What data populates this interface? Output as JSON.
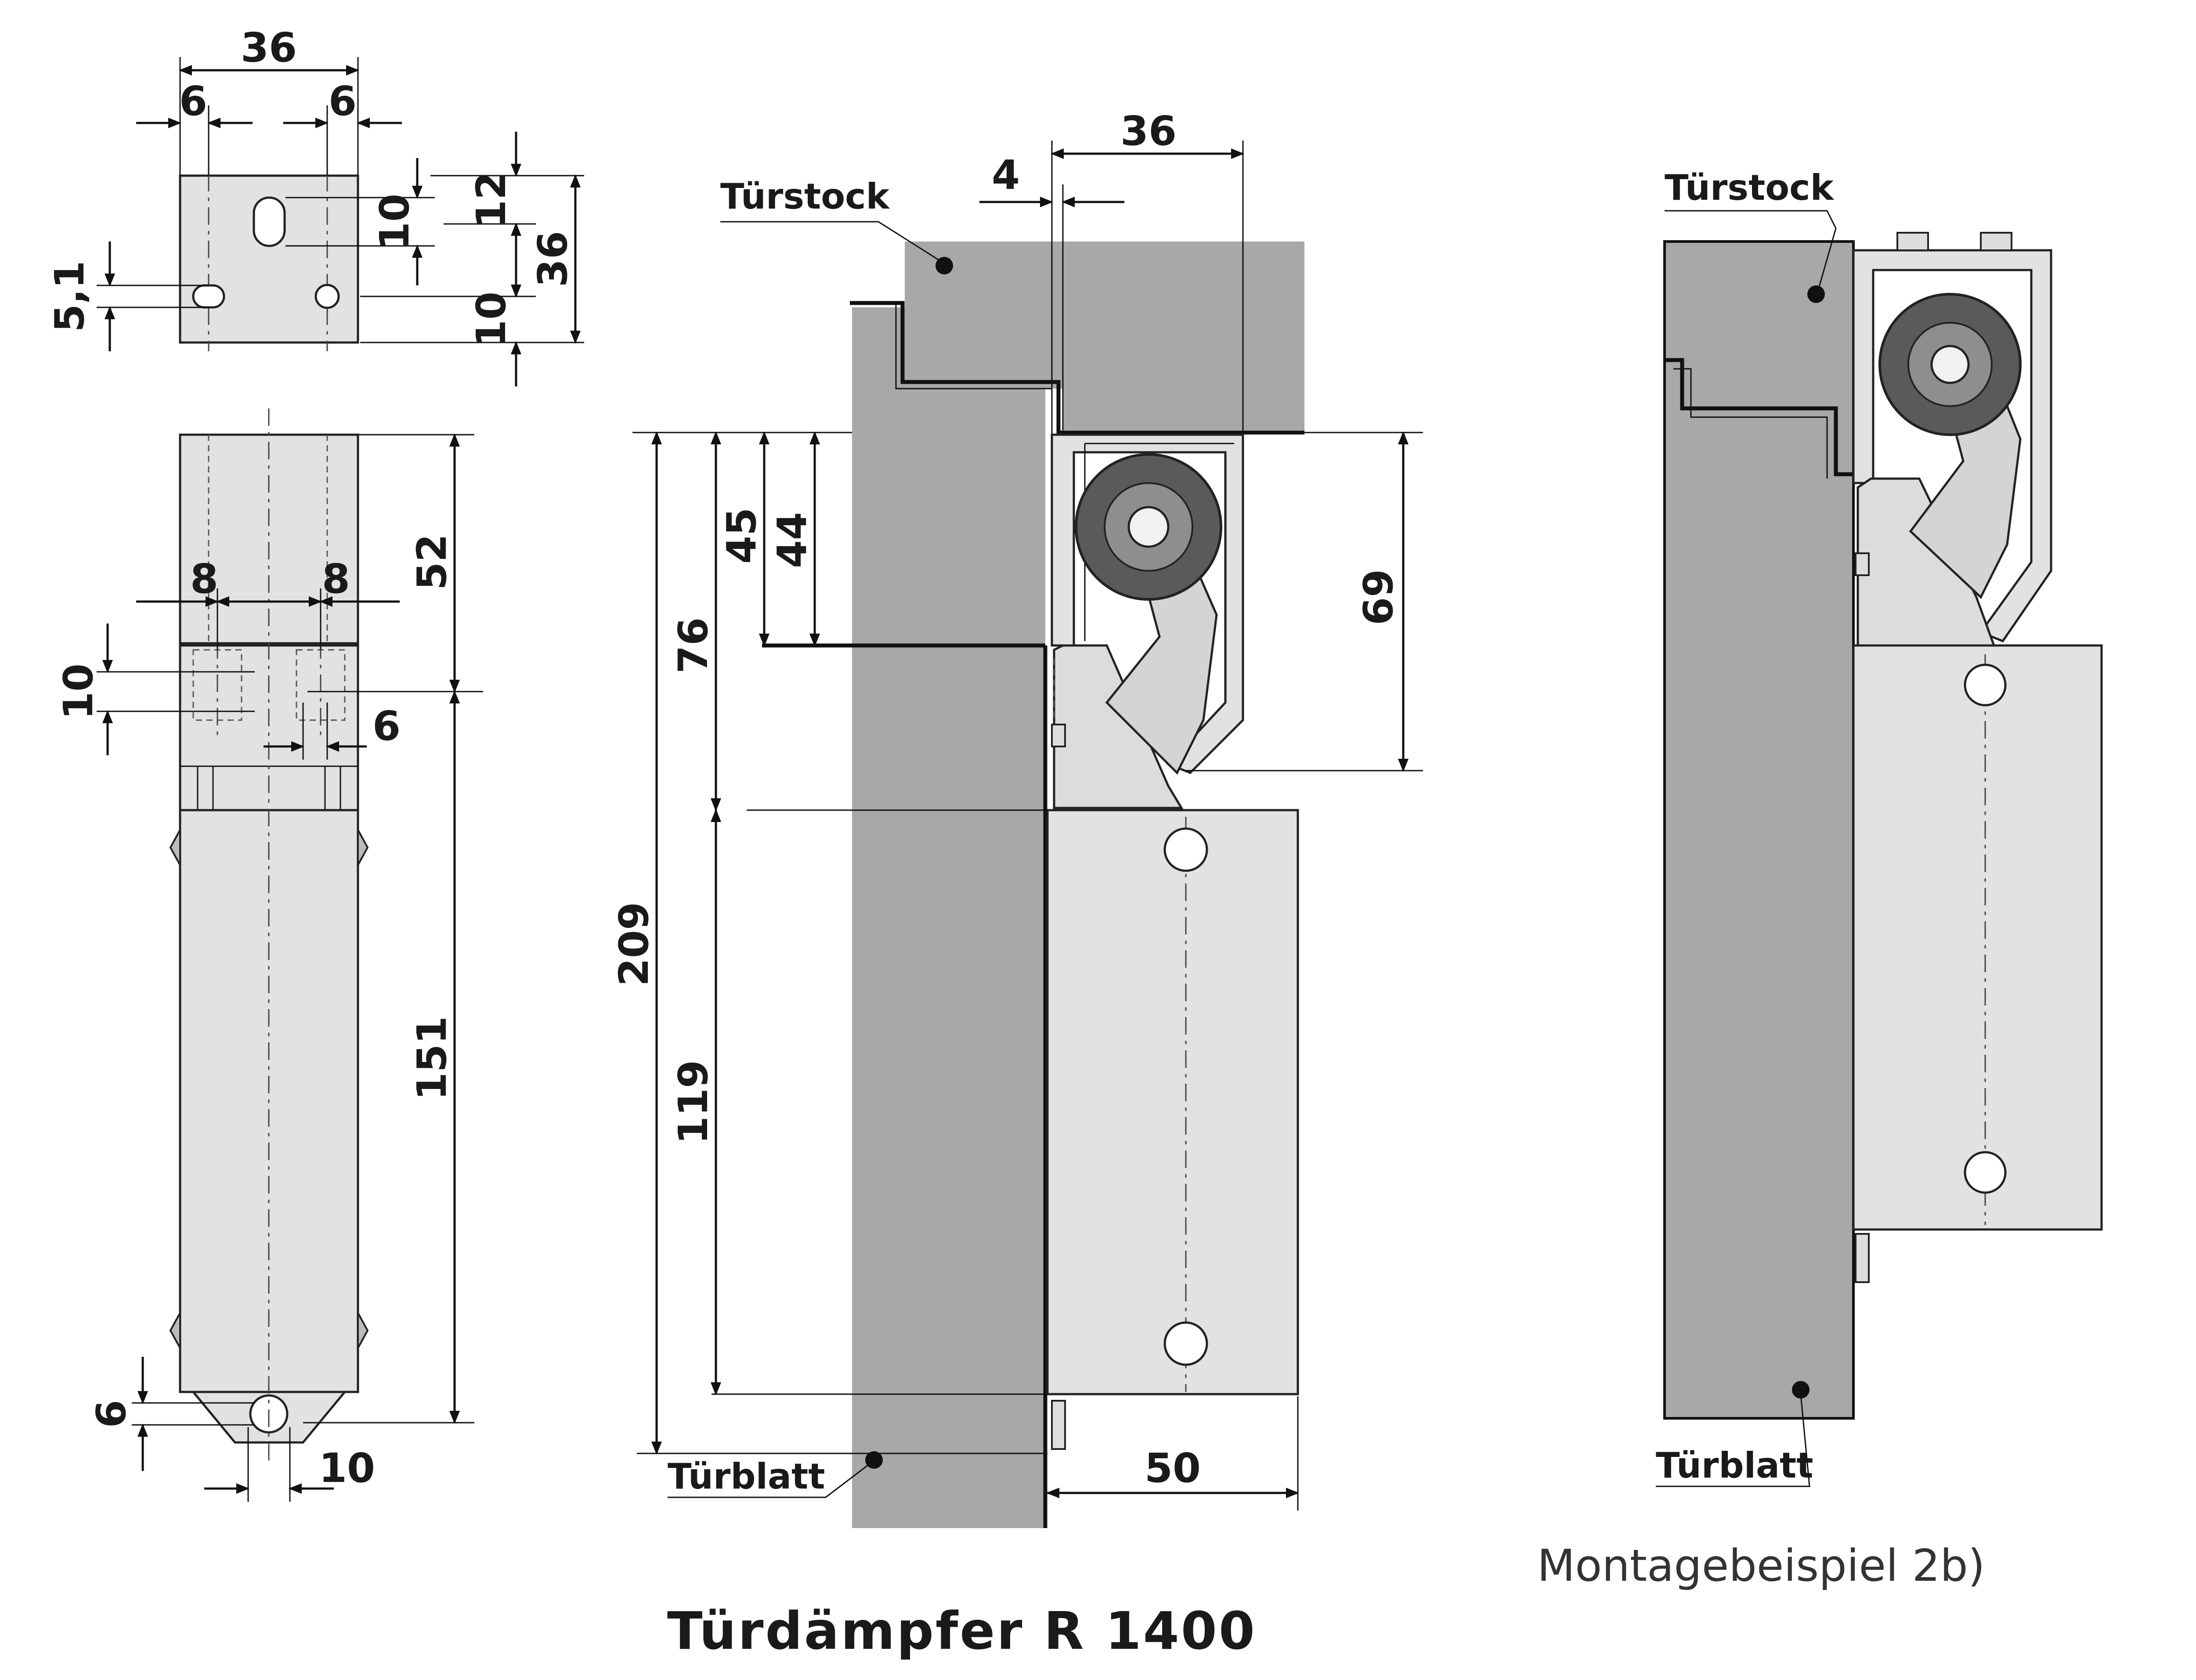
{
  "caption": {
    "title": "Türdämpfer R 1400",
    "example": "Montagebeispiel 2b)"
  },
  "labels": {
    "frame": "Türstock",
    "door": "Türblatt",
    "frame_2": "Türstock",
    "door_2": "Türblatt"
  },
  "dims": {
    "top_width": "36",
    "top_left_6": "6",
    "top_right_6": "6",
    "top_hole": "5,1",
    "top_slot_10": "10",
    "top_right_12": "12",
    "top_right_36": "36",
    "top_right_10": "10",
    "body_52": "52",
    "body_8_left": "8",
    "body_8_right": "8",
    "body_10": "10",
    "body_6": "6",
    "body_151": "151",
    "body_bottom_6": "6",
    "body_bottom_10": "10",
    "side_4": "4",
    "side_36": "36",
    "side_45": "45",
    "side_44": "44",
    "side_76": "76",
    "side_209": "209",
    "side_119": "119",
    "side_69": "69",
    "side_50": "50"
  },
  "colors": {
    "wood": "#a8a8aa",
    "metal": "#e2e2e2",
    "line": "#111111"
  }
}
